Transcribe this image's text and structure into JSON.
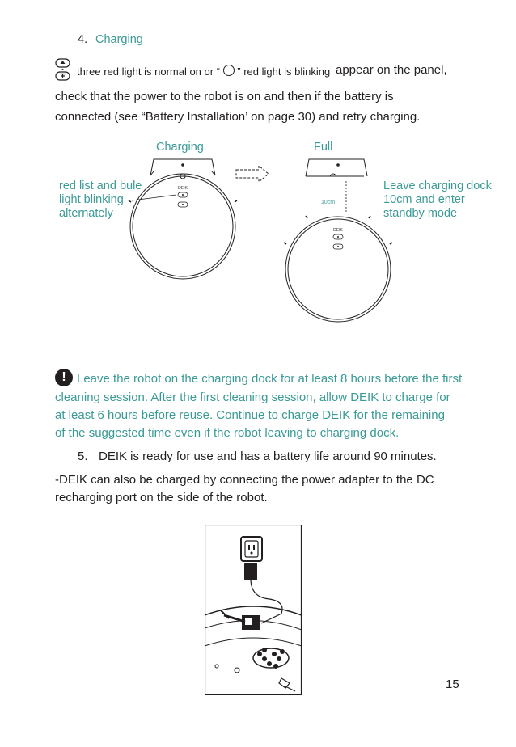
{
  "section4": {
    "number": "4.",
    "title": "Charging"
  },
  "panel_sentence": {
    "part1": "three red light is normal on or “",
    "part2": "” red light is blinking",
    "part3": "appear on the panel,"
  },
  "check_lines": [
    "check that the power to the robot is on and then if the battery is",
    "connected (see “Battery Installation’ on page 30) and retry charging."
  ],
  "figure": {
    "label_charging": "Charging",
    "label_full": "Full",
    "left_note": [
      "red list and bule",
      "light blinking",
      "alternately"
    ],
    "right_note": [
      "Leave charging dock",
      "10cm and enter",
      "standby mode"
    ],
    "distance": "10cm",
    "brand": "DEIK"
  },
  "warning_lines": [
    "Leave the robot on the charging dock for at least 8 hours before the first",
    "cleaning session. After the first cleaning session, allow DEIK to charge for",
    "at least  6  hours before reuse. Continue to charge DEIK for the remaining",
    "of the suggested time even if the robot leaving to charging dock."
  ],
  "section5": {
    "number": "5.",
    "text": "DEIK is ready for use and has a battery life around 90 minutes."
  },
  "adapter_lines": [
    "-DEIK can also be charged by connecting the power adapter to the DC",
    "recharging port on the side of the robot."
  ],
  "page_number": "15"
}
